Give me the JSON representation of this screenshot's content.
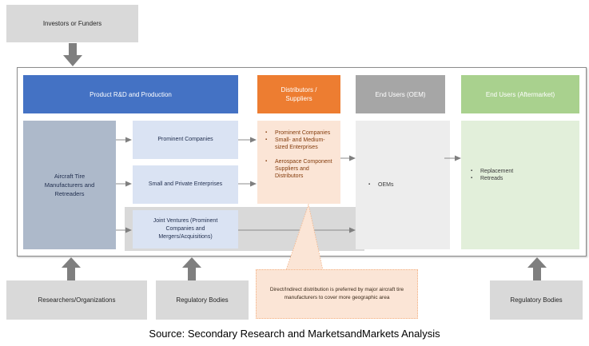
{
  "diagram": {
    "stakeholders": {
      "top": "Investors or Funders",
      "bottom_left": "Researchers/Organizations",
      "bottom_middle": "Regulatory Bodies",
      "bottom_right": "Regulatory Bodies"
    },
    "headers": {
      "production": "Product R&D and Production",
      "distributors": "Distributors / Suppliers",
      "oem": "End Users (OEM)",
      "aftermarket": "End Users (Aftermarket)"
    },
    "manufacturers": "Aircraft Tire Manufacturers and Retreaders",
    "production_segments": [
      "Prominent Companies",
      "Small and Private Enterprises",
      "Joint Ventures (Prominent Companies and Mergers/Acquisitions)"
    ],
    "distributors_list": [
      "Prominent Companies",
      "Small- and Medium-sized Enterprises",
      "Aerospace Component Suppliers and Distributors"
    ],
    "oem_list": [
      "OEMs"
    ],
    "aftermarket_list": [
      "Replacement",
      "Retreads"
    ],
    "callout": "Direct/Indirect distribution is preferred by major aircraft tire manufacturers to cover more geographic area",
    "colors": {
      "production": "#4472c4",
      "distributors": "#ed7d31",
      "oem": "#a6a6a6",
      "aftermarket": "#a9d18e",
      "manufacturers_body": "#adb9ca",
      "segment_body": "#dae3f3",
      "distributors_body": "#fbe5d6",
      "oem_body": "#ededed",
      "aftermarket_body": "#e2efda",
      "stakeholder": "#d9d9d9",
      "arrow": "#7f7f7f"
    }
  },
  "source": "Source: Secondary Research and MarketsandMarkets Analysis"
}
